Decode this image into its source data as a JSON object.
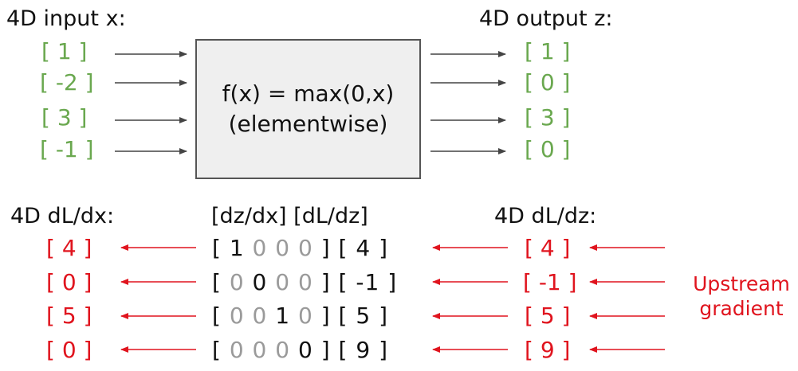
{
  "top": {
    "input_header": "4D input x:",
    "output_header": "4D output z:",
    "inputs": [
      "[ 1 ]",
      "[ -2 ]",
      "[ 3 ]",
      "[ -1 ]"
    ],
    "outputs": [
      "[ 1 ]",
      "[ 0 ]",
      "[ 3 ]",
      "[ 0 ]"
    ],
    "function_line1": "f(x) = max(0,x)",
    "function_line2": "(elementwise)"
  },
  "bottom": {
    "dldx_header": "4D dL/dx:",
    "jacobian_header": "[dz/dx] [dL/dz]",
    "dldz_header": "4D dL/dz:",
    "dldx": [
      "[ 4 ]",
      "[ 0 ]",
      "[ 5 ]",
      "[ 0 ]"
    ],
    "jacobian_rows": [
      {
        "open": "[",
        "cells": [
          "1",
          "0",
          "0",
          "0"
        ],
        "close": "]",
        "vec": "[ 4 ]"
      },
      {
        "open": "[",
        "cells": [
          "0",
          "0",
          "0",
          "0"
        ],
        "close": "]",
        "vec": "[ -1 ]"
      },
      {
        "open": "[",
        "cells": [
          "0",
          "0",
          "1",
          "0"
        ],
        "close": "]",
        "vec": "[ 5 ]"
      },
      {
        "open": "[",
        "cells": [
          "0",
          "0",
          "0",
          "0"
        ],
        "close": "]",
        "vec": "[ 9 ]"
      }
    ],
    "jacobian_diag_black": [
      [
        0
      ],
      [
        1
      ],
      [
        2
      ],
      [
        3
      ]
    ],
    "dldz": [
      "[ 4 ]",
      "[ -1 ]",
      "[ 5 ]",
      "[ 9 ]"
    ],
    "upstream_line1": "Upstream",
    "upstream_line2": "gradient"
  },
  "colors": {
    "input_green": "#6aa84f",
    "gradient_red": "#e0141e",
    "box_fill": "#efefef",
    "jacobian_grey": "#9a9a9a"
  }
}
